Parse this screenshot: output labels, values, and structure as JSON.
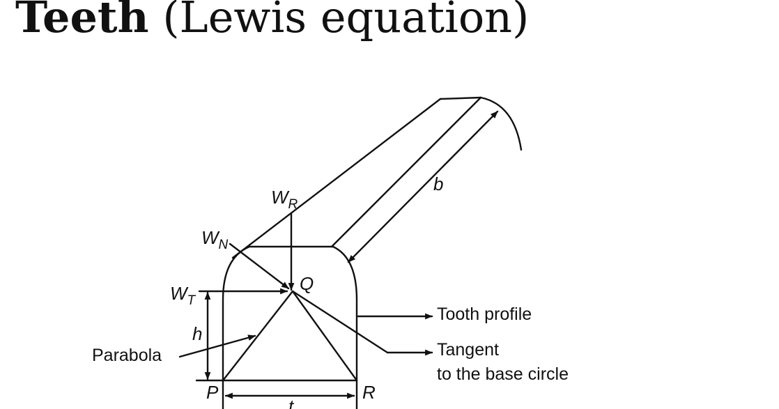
{
  "heading": {
    "bold": "Teeth",
    "rest": "(Lewis equation)"
  },
  "diagram": {
    "labels": {
      "w_r_main": "W",
      "w_r_sub": "R",
      "w_n_main": "W",
      "w_n_sub": "N",
      "w_t_main": "W",
      "w_t_sub": "T",
      "q": "Q",
      "b": "b",
      "h": "h",
      "t": "t",
      "p": "P",
      "r": "R",
      "parabola": "Parabola",
      "tooth_profile": "Tooth profile",
      "tangent_line1": "Tangent",
      "tangent_line2": "to the base circle"
    }
  }
}
